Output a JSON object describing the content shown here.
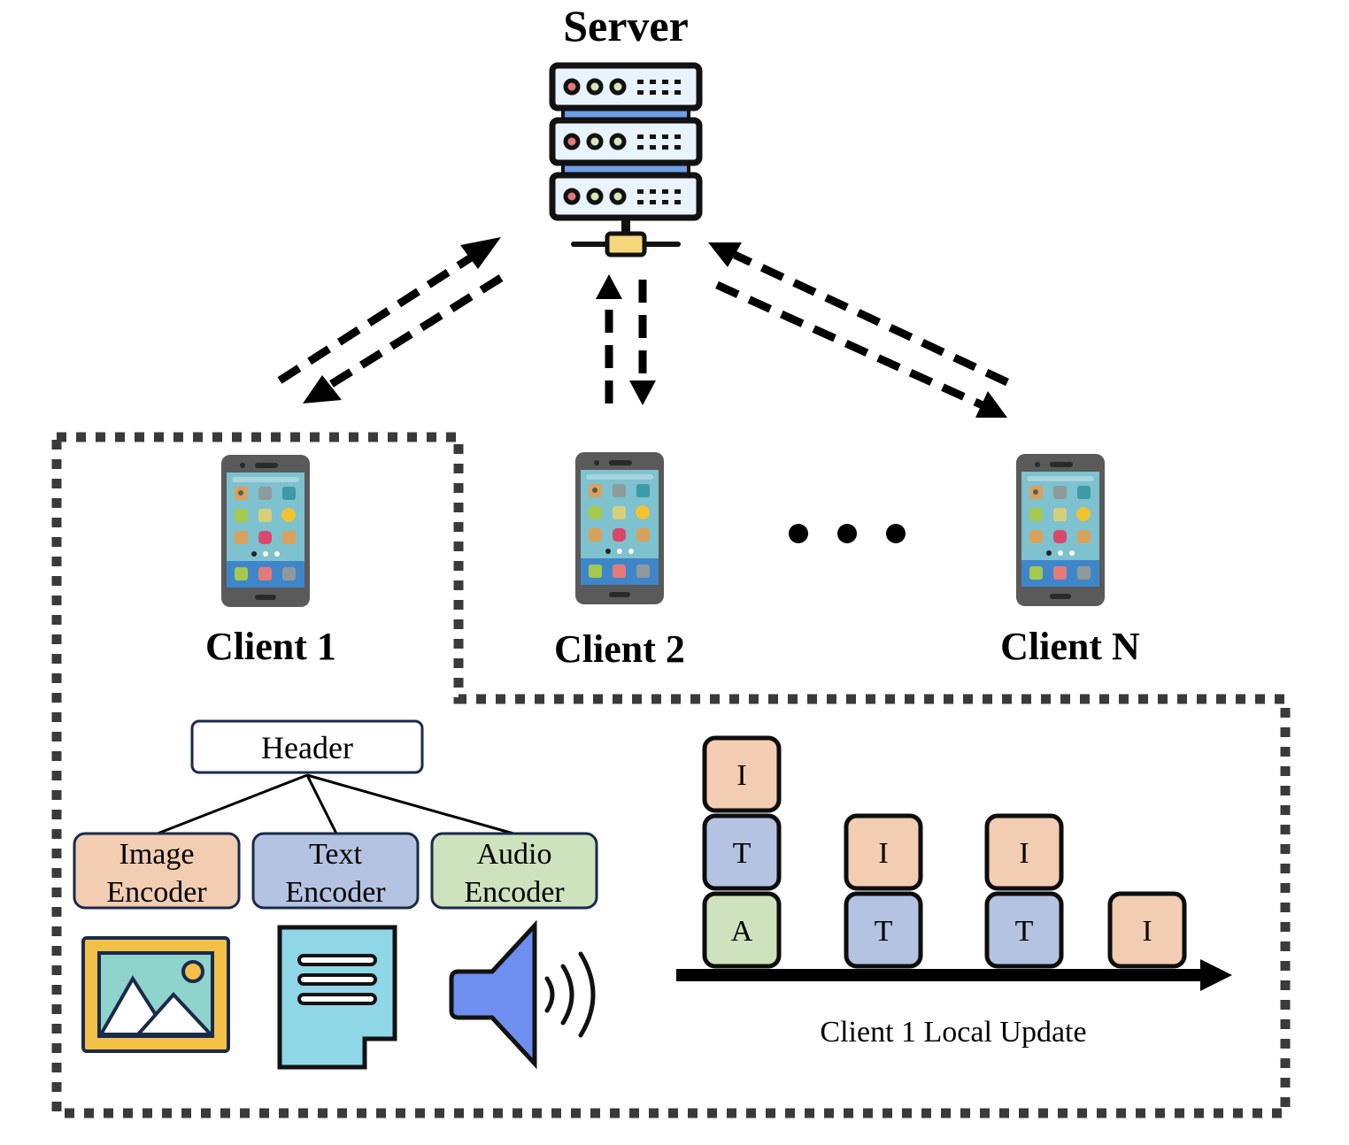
{
  "server": {
    "title": "Server",
    "icon": "server-rack-icon"
  },
  "clients": [
    {
      "label": "Client 1",
      "icon": "smartphone-icon"
    },
    {
      "label": "Client 2",
      "icon": "smartphone-icon"
    },
    {
      "label": "Client N",
      "icon": "smartphone-icon"
    }
  ],
  "ellipsis": "ellipsis-dots-icon",
  "model": {
    "header_label": "Header",
    "encoders": [
      {
        "line1": "Image",
        "line2": "Encoder",
        "color": "#f3cdb1",
        "icon": "image-file-icon"
      },
      {
        "line1": "Text",
        "line2": "Encoder",
        "color": "#b5c3e2",
        "icon": "text-document-icon"
      },
      {
        "line1": "Audio",
        "line2": "Encoder",
        "color": "#cde2bd",
        "icon": "speaker-audio-icon"
      }
    ]
  },
  "local_update": {
    "caption": "Client 1 Local Update",
    "modality_colors": {
      "I": "#f3cdb1",
      "T": "#b5c3e2",
      "A": "#cde2bd"
    },
    "stacks": [
      [
        "I",
        "T",
        "A"
      ],
      [
        "I",
        "T"
      ],
      [
        "I",
        "T"
      ],
      [
        "I"
      ]
    ]
  }
}
